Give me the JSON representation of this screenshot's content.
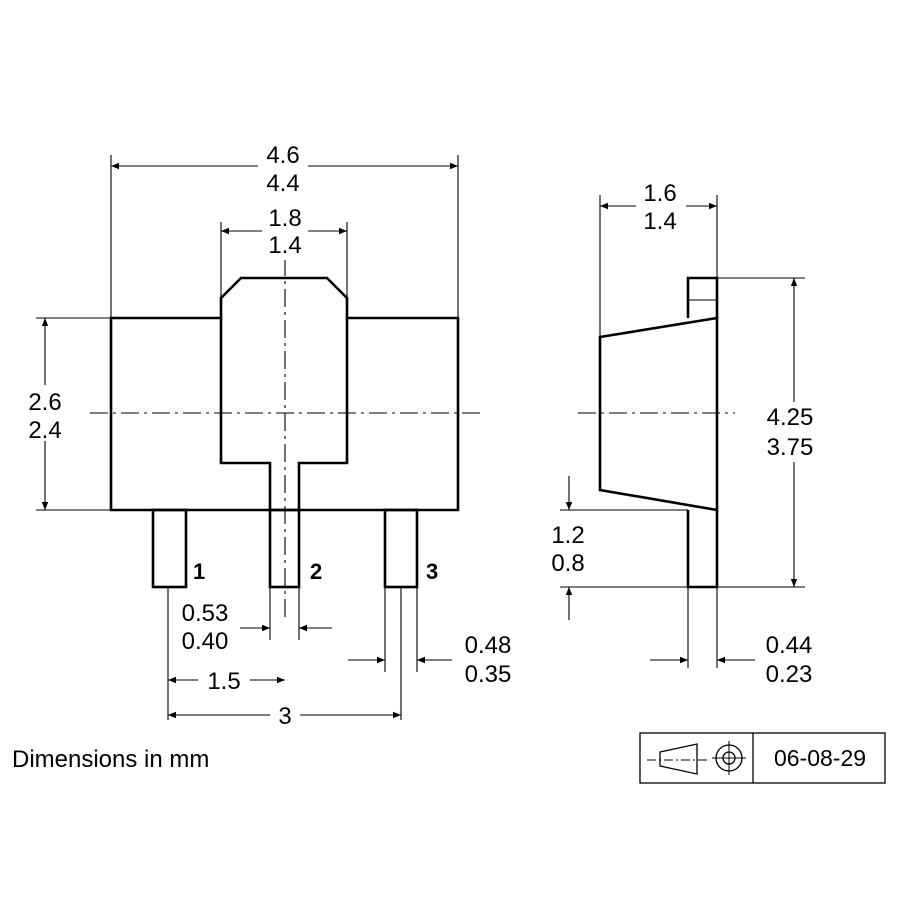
{
  "front_view": {
    "overall_width": {
      "max": "4.6",
      "min": "4.4"
    },
    "tab_width": {
      "max": "1.8",
      "min": "1.4"
    },
    "body_height": {
      "max": "2.6",
      "min": "2.4"
    },
    "pin_labels": [
      "1",
      "2",
      "3"
    ],
    "center_lead_width": {
      "max": "0.53",
      "min": "0.40"
    },
    "pin_pitch": "1.5",
    "outer_pin_span": "3",
    "outer_lead_width": {
      "max": "0.48",
      "min": "0.35"
    }
  },
  "side_view": {
    "body_thickness": {
      "max": "1.6",
      "min": "1.4"
    },
    "overall_height": {
      "max": "4.25",
      "min": "3.75"
    },
    "lead_length": {
      "max": "1.2",
      "min": "0.8"
    },
    "lead_thickness": {
      "max": "0.44",
      "min": "0.23"
    }
  },
  "note": "Dimensions in mm",
  "title_block": {
    "projection_symbol": "third-angle-projection-icon",
    "date_code": "06-08-29"
  }
}
